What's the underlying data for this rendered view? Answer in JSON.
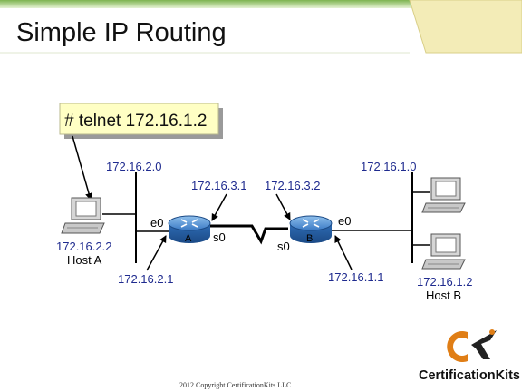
{
  "slide": {
    "title": "Simple IP Routing",
    "command": "# telnet 172.16.1.2",
    "footer": "2012 Copyright CertificationKits  LLC",
    "logo_text": "CertificationKits"
  },
  "networks": {
    "left_lan": "172.16.2.0",
    "right_lan": "172.16.1.0"
  },
  "routers": {
    "a": {
      "name": "A",
      "e0_label": "e0",
      "s0_label": "s0",
      "serial_ip": "172.16.3.1",
      "ethernet_ip": "172.16.2.1"
    },
    "b": {
      "name": "B",
      "e0_label": "e0",
      "s0_label": "s0",
      "serial_ip": "172.16.3.2",
      "ethernet_ip": "172.16.1.1"
    }
  },
  "hosts": {
    "a": {
      "ip": "172.16.2.2",
      "name": "Host A"
    },
    "b": {
      "ip": "172.16.1.2",
      "name": "Host B"
    }
  },
  "colors": {
    "title_bar_top": "#b7d98a",
    "title_bar_light": "#e9f4d8",
    "corner_tab": "#f3ecb7",
    "command_fill": "#ffffc4",
    "ip_text": "#1f2b8f",
    "router_blue": "#3a79c4",
    "logo_orange": "#e07e16"
  }
}
